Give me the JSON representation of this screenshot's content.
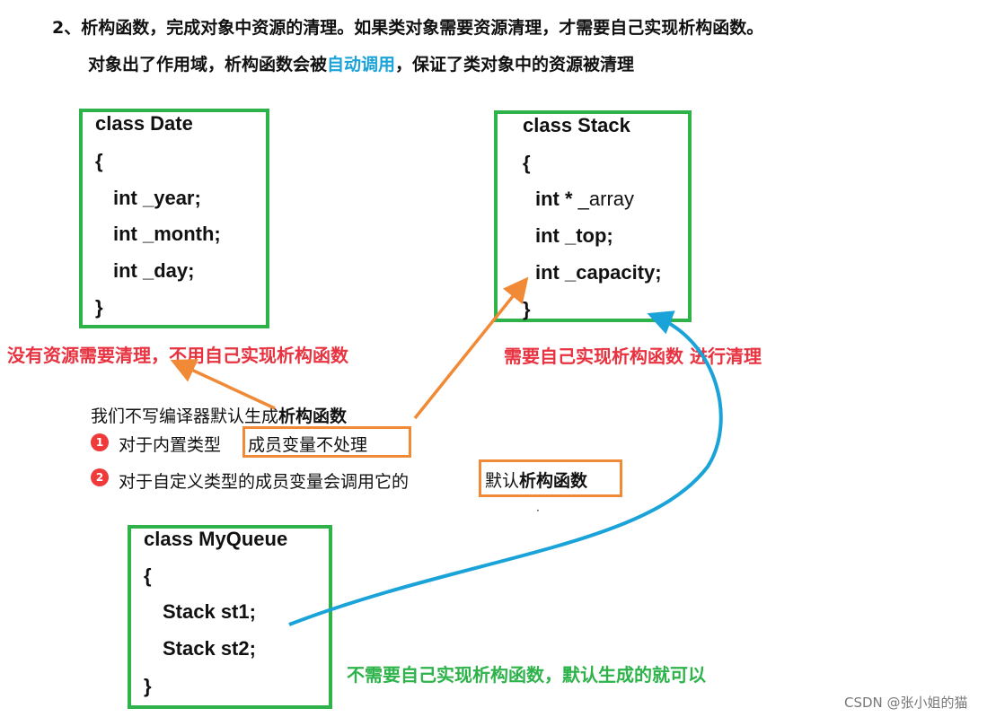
{
  "heading": {
    "line1": "2、析构函数，完成对象中资源的清理。如果类对象需要资源清理，才需要自己实现析构函数。",
    "line2_pre": "对象出了作用域，析构函数会被",
    "line2_hl": "自动调用",
    "line2_post": "，保证了类对象中的资源被清理"
  },
  "date_box": {
    "lines": [
      "class Date",
      "{",
      "int _year;",
      "int _month;",
      "int _day;",
      "}"
    ]
  },
  "stack_box": {
    "line0": "class Stack",
    "line1": "{",
    "line2_bold": "int * ",
    "line2_thin": "_array",
    "line3": "int _top;",
    "line4": "int _capacity;",
    "line5": "}"
  },
  "queue_box": {
    "lines": [
      "class MyQueue",
      "{",
      "Stack st1;",
      "Stack st2;",
      "}"
    ]
  },
  "notes": {
    "no_resource": "没有资源需要清理，不用自己实现析构函数",
    "need_impl": "需要自己实现析构函数 进行清理",
    "no_need_impl": "不需要自己实现析构函数，默认生成的就可以"
  },
  "default_rules": {
    "intro_plain": "我们不写编译器默认生成",
    "intro_bold": "析构函数",
    "rule1_badge": "1",
    "rule1_plain": "对于内置类型",
    "rule1_boxed": "成员变量不处理",
    "rule2_badge": "2",
    "rule2_plain": "对于自定义类型的成员变量会调用它的",
    "rule2_boxed_plain": "默认",
    "rule2_boxed_bold": "析构函数"
  },
  "stray_mark": "·",
  "watermark": "CSDN @张小姐的猫",
  "colors": {
    "box_border": "#2db34a",
    "red_note": "#e8323f",
    "green_note": "#2db34a",
    "orange": "#f08a36",
    "blue_arrow": "#1aa3d9",
    "badge": "#ee3a3a"
  }
}
